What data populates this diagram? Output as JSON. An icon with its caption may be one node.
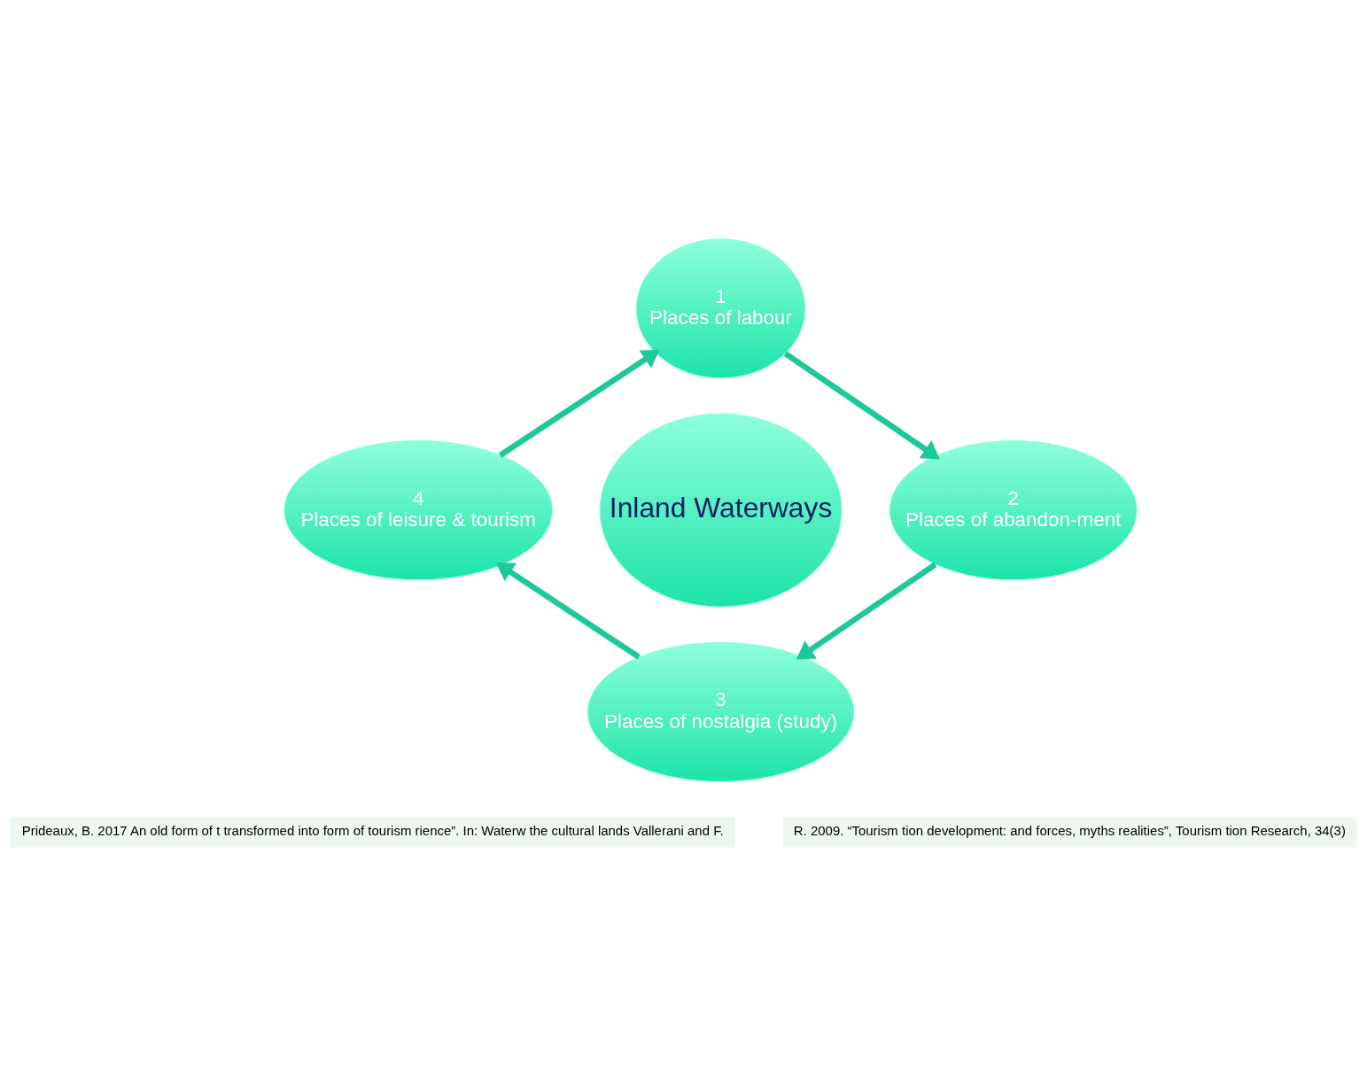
{
  "diagram": {
    "nodes": [
      {
        "text": [
          "Inland Waterways"
        ]
      },
      {
        "text": [
          "1",
          "Places of labour"
        ]
      },
      {
        "text": [
          "2",
          "Places of abandon-ment"
        ]
      },
      {
        "text": [
          "3",
          "Places of nostalgia (study)"
        ]
      },
      {
        "text": [
          "4",
          "Places of leisure & tourism"
        ]
      }
    ],
    "edges": [
      {
        "from": 1,
        "to": 2,
        "arrow": "to"
      },
      {
        "from": 2,
        "to": 3,
        "arrow": "to"
      },
      {
        "from": 3,
        "to": 4,
        "arrow": "to"
      },
      {
        "from": 4,
        "to": 1,
        "arrow": "to"
      }
    ],
    "labels": [
      "Prideaux, B. 2017 An old form of t transformed into form of tourism rience”. In: Waterw the cultural lands Vallerani and F.",
      "R. 2009. “Tourism tion development: and forces, myths realities”, Tourism tion Research, 34(3)"
    ]
  }
}
